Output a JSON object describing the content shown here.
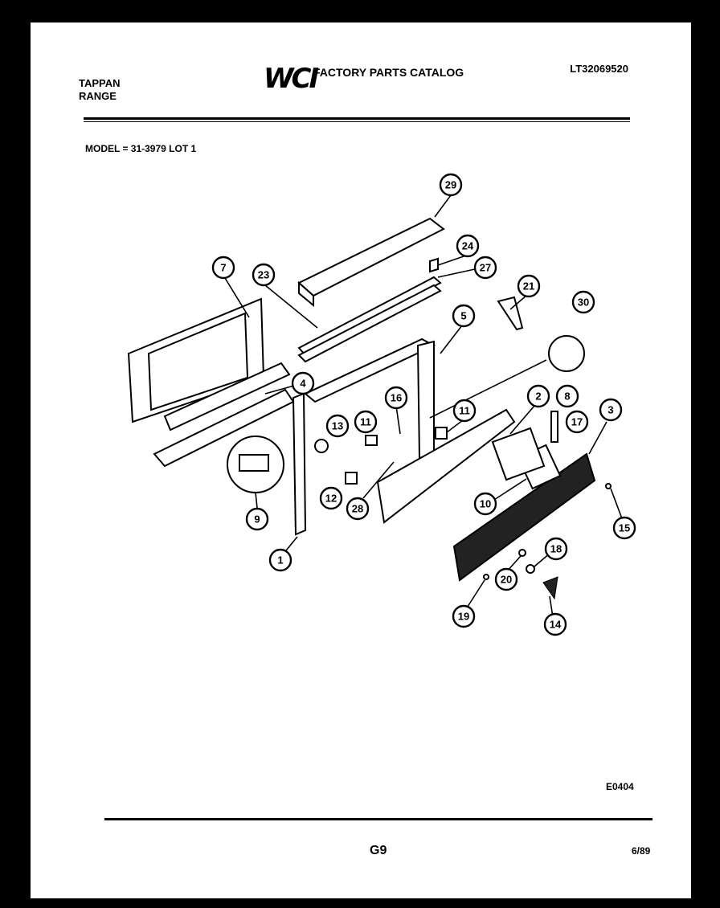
{
  "header": {
    "brand_line1": "TAPPAN",
    "brand_line2": "RANGE",
    "logo_text": "WCI",
    "catalog_title": "FACTORY PARTS CATALOG",
    "catalog_number": "LT32069520"
  },
  "model_line": "MODEL = 31-3979 LOT 1",
  "diagram": {
    "callouts": [
      "29",
      "24",
      "27",
      "7",
      "23",
      "21",
      "30",
      "5",
      "4",
      "16",
      "2",
      "8",
      "13",
      "11",
      "11",
      "17",
      "3",
      "12",
      "28",
      "9",
      "10",
      "15",
      "1",
      "18",
      "20",
      "19",
      "14"
    ]
  },
  "footer": {
    "code": "E0404",
    "page": "G9",
    "date": "6/89"
  }
}
